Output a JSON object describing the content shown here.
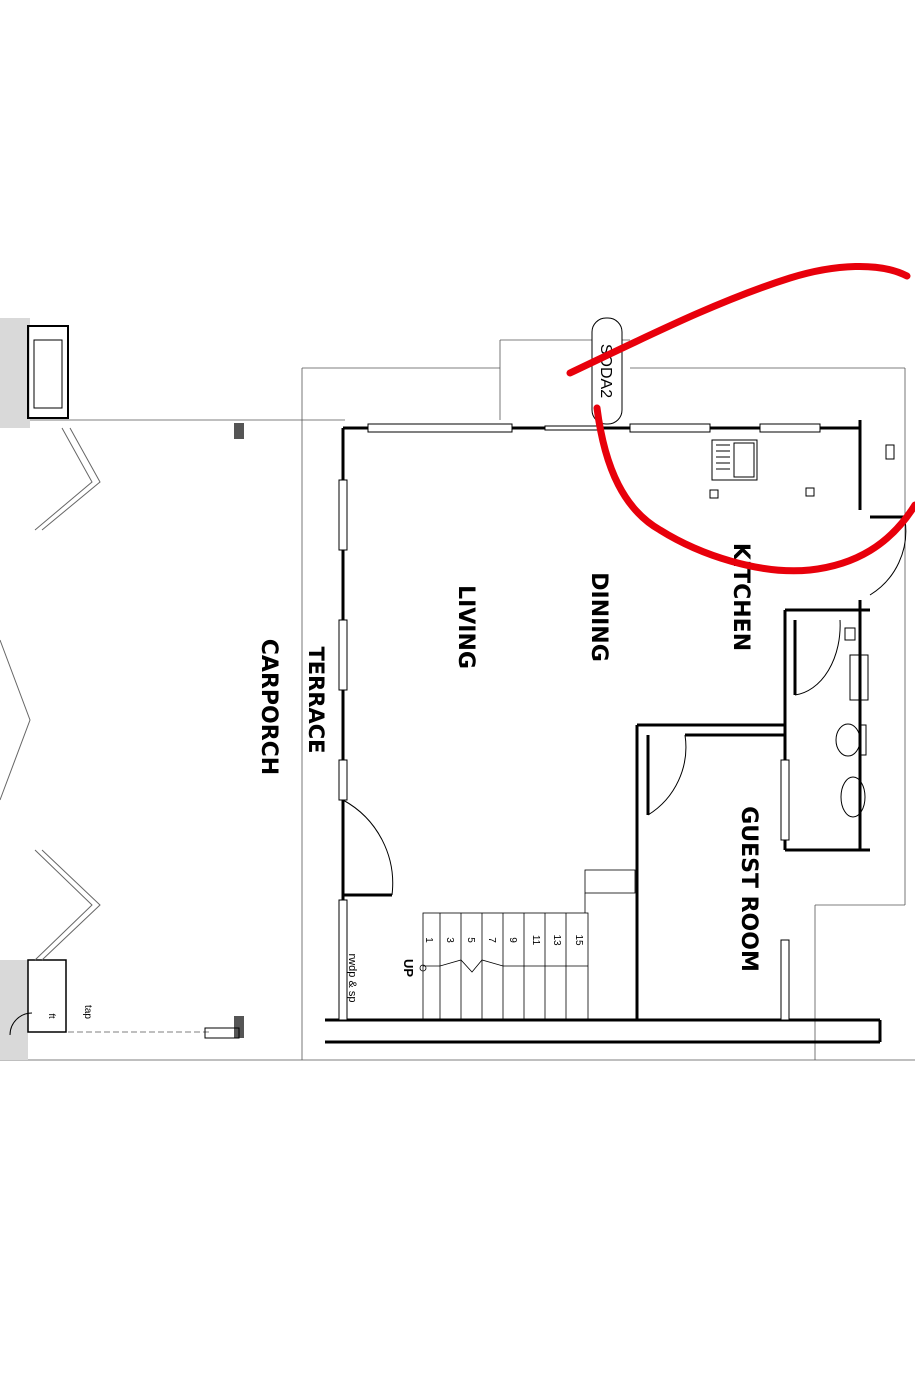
{
  "rooms": {
    "carporch": "CARPORCH",
    "terrace": "TERRACE",
    "living": "LIVING",
    "dining": "DINING",
    "kitchen": "KITCHEN",
    "guest_room": "GUEST ROOM"
  },
  "annotations": {
    "tag": "SODA2",
    "stair_up": "UP",
    "rwdp": "rwdp & sp",
    "tap": "tap",
    "ft": "ft",
    "stair_steps": [
      "1",
      "3",
      "5",
      "7",
      "9",
      "11",
      "13",
      "15"
    ]
  },
  "colors": {
    "markup": "#e8000b",
    "wall": "#000000",
    "stipple": "#d9d9d9"
  }
}
